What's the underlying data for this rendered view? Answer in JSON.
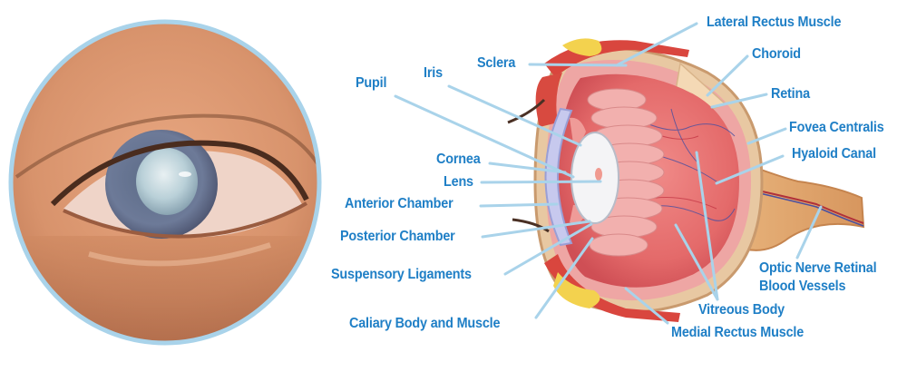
{
  "figure": {
    "title": "Cataract eye anatomy",
    "photo": {
      "alt": "Close-up photograph of an eye with a clouded cataract lens"
    },
    "colors": {
      "label": "#1f7fc6",
      "leader_line": "#a9d3ea",
      "photo_ring": "#a9d3ea"
    },
    "labels": {
      "lateral_rectus_muscle": "Lateral Rectus Muscle",
      "choroid": "Choroid",
      "sclera": "Sclera",
      "retina": "Retina",
      "iris": "Iris",
      "pupil": "Pupil",
      "fovea_centralis": "Fovea Centralis",
      "hyaloid_canal": "Hyaloid Canal",
      "cornea": "Cornea",
      "lens": "Lens",
      "anterior_chamber": "Anterior Chamber",
      "posterior_chamber": "Posterior Chamber",
      "suspensory_ligaments": "Suspensory Ligaments",
      "caliary_body_and_muscle": "Caliary Body and Muscle",
      "optic_nerve_line1": "Optic Nerve Retinal",
      "optic_nerve_line2": "Blood Vessels",
      "vitreous_body": "Vitreous Body",
      "medial_rectus_muscle": "Medial Rectus Muscle"
    }
  }
}
